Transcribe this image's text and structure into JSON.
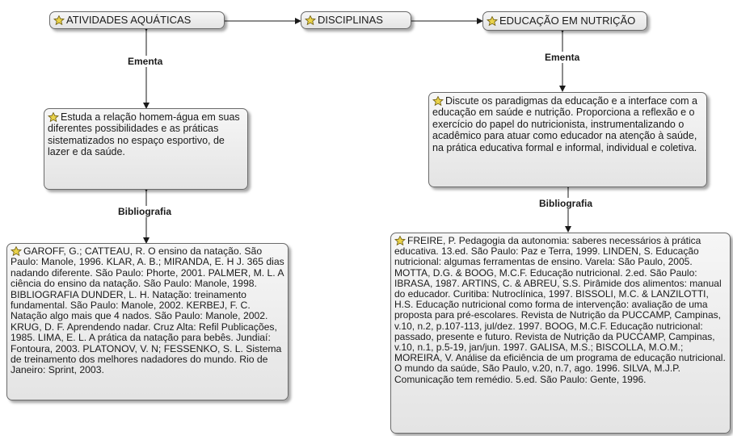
{
  "nodes": {
    "atividades": "ATIVIDADES AQUÁTICAS",
    "disciplinas": "DISCIPLINAS",
    "educacao": "EDUCAÇÃO EM NUTRIÇÃO",
    "desc_aquaticas": "Estuda a relação homem-água em suas diferentes possibilidades e as práticas sistematizados no espaço esportivo, de lazer e da saúde.",
    "desc_nutricao": "Discute os paradigmas da educação e a interface com a educação em saúde e nutrição. Proporciona a reflexão e o exercício do papel do nutricionista, instrumentalizando o acadêmico para atuar como educador na atenção à saúde, na prática educativa formal e informal, individual e coletiva.",
    "biblio_aquaticas": "GAROFF, G.; CATTEAU, R. O ensino da natação. São Paulo: Manole, 1996. KLAR, A. B.; MIRANDA, E. H J. 365 dias nadando diferente. São Paulo: Phorte, 2001. PALMER, M. L. A ciência do ensino da natação. São Paulo: Manole, 1998. BIBLIOGRAFIA DUNDER, L. H. Natação: treinamento fundamental. São Paulo: Manole, 2002. KERBEJ, F. C. Natação algo mais que 4 nados. São Paulo: Manole, 2002. KRUG, D. F. Aprendendo nadar. Cruz Alta: Refil Publicações, 1985. LIMA, E. L. A prática da natação para bebês. Jundiaí: Fontoura, 2003. PLATONOV, V. N; FESSENKO, S. L. Sistema de treinamento dos melhores nadadores do mundo. Rio de Janeiro: Sprint, 2003.",
    "biblio_nutricao": "FREIRE, P. Pedagogia da autonomia: saberes necessários à prática educativa. 13.ed. São Paulo: Paz e Terra, 1999. LINDEN, S. Educação nutricional: algumas ferramentas de ensino. Varela: São Paulo, 2005. MOTTA, D.G. & BOOG, M.C.F. Educação nutricional. 2.ed. São Paulo: IBRASA, 1987. ARTINS, C. & ABREU, S.S. Pirâmide dos alimentos: manual do educador. Curitiba: Nutroclínica, 1997. BISSOLI, M.C. & LANZILOTTI, H.S. Educação nutricional como forma de intervenção: avaliação de uma proposta para pré-escolares. Revista de Nutrição da PUCCAMP, Campinas, v.10, n.2, p.107-113, jul/dez. 1997.  BOOG, M.C.F. Educação nutricional: passado, presente e futuro. Revista de Nutrição da PUCCAMP, Campinas, v.10, n.1, p.5-19, jan/jun. 1997.  GALISA, M.S.; BISCOLLA, M.O.M.; MOREIRA, V. Análise da eficiência de um programa de educação nutricional. O mundo da saúde, São Paulo, v.20, n.7, ago. 1996.  SILVA, M.J.P. Comunicação tem remédio. 5.ed. São Paulo: Gente, 1996."
  },
  "links": {
    "ementa_left": "Ementa",
    "ementa_right": "Ementa",
    "biblio_left": "Bibliografia",
    "biblio_right": "Bibliografia"
  },
  "icon": "concept-star-icon",
  "colors": {
    "line": "#1a1a1a",
    "node_border": "#6a6a6a",
    "node_fill": "#ececec",
    "icon": "#d8c23a"
  }
}
